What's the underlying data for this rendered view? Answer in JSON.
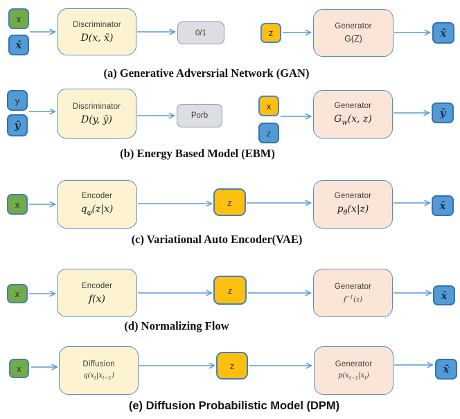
{
  "colors": {
    "green_fill": "#71ad47",
    "blue_fill": "#549bd5",
    "blue_border": "#2e75b6",
    "orange_fill": "#fec010",
    "cream_fill": "#fdf3d0",
    "peach_fill": "#fbe5d6",
    "gray_fill": "#dcdee1",
    "arrow": "#5b9bd5"
  },
  "rows": {
    "a": {
      "caption": "(a) Generative Adversrial Network (GAN)",
      "input1": "x",
      "input2": "x̄",
      "process": {
        "title": "Discriminator",
        "formula": "D(x, x̄)"
      },
      "result": "0/1",
      "gen_input1": "z",
      "generator": {
        "title": "Generator",
        "formula": "G(Z)"
      },
      "terminal": "x̄"
    },
    "b": {
      "caption": "(b) Energy Based Model (EBM)",
      "input1": "y",
      "input2": "ȳ",
      "process": {
        "title": "Discriminator",
        "formula": "D(y, ȳ)"
      },
      "result": "Porb",
      "gen_input1": "x",
      "gen_input2": "z",
      "generator": {
        "title": "Generator",
        "base": "G",
        "sub": "w",
        "rest": "(x, z)"
      },
      "terminal": "ȳ"
    },
    "c": {
      "caption": "(c) Variational Auto Encoder(VAE)",
      "input1": "x",
      "process": {
        "title": "Encoder",
        "base": "q",
        "sub": "φ",
        "rest": "(z|x)"
      },
      "latent": "z",
      "generator": {
        "title": "Generator",
        "base": "p",
        "sub": "θ",
        "rest": "(x|z)"
      },
      "terminal": "x̄"
    },
    "d": {
      "caption": "(d) Normalizing Flow",
      "input1": "x",
      "process": {
        "title": "Encoder",
        "formula": "f(x)"
      },
      "latent": "z",
      "generator": {
        "title": "Generator",
        "base": "f",
        "sup": "−1",
        "rest": "(z)"
      },
      "terminal": "x̄"
    },
    "e": {
      "caption": "(e) Diffusion Probabilistic Model (DPM)",
      "input1": "x",
      "process": {
        "title": "Diffusion",
        "p0": "q(x",
        "s0": "t",
        "p1": "|x",
        "s1": "t−1",
        "p2": ")"
      },
      "latent": "z",
      "generator": {
        "title": "Generator",
        "p0": "p(x",
        "s0": "t−1",
        "p1": "|x",
        "s1": "t",
        "p2": ")"
      },
      "terminal": "x̄"
    }
  }
}
